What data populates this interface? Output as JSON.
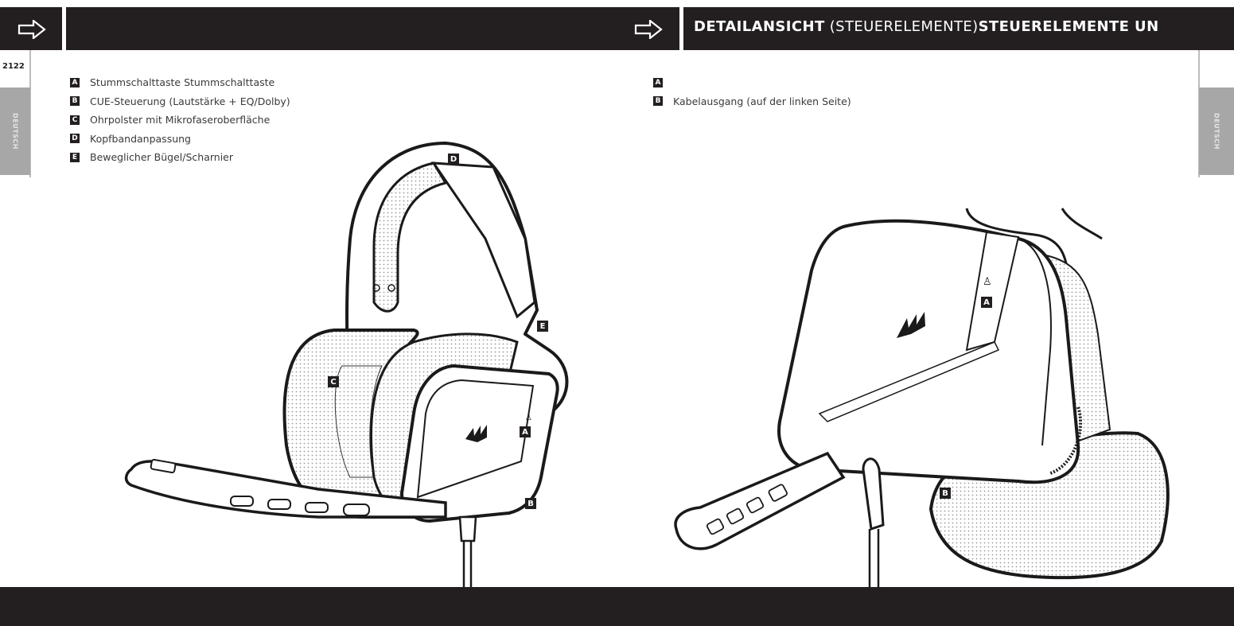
{
  "header": {
    "left_page": {
      "icon": "arrow-right-icon",
      "title": ""
    },
    "right_page": {
      "icon": "arrow-right-icon",
      "title_bold_1": "DETAILANSICHT",
      "title_light": " (STEUERELEMENTE)",
      "title_bold_2": "STEUERELEMENTE UN"
    }
  },
  "left_page": {
    "page_number": "2122",
    "language_tab": "DEUTSCH",
    "legend": [
      {
        "key": "A",
        "label": "Stummschalttaste Stummschalttaste"
      },
      {
        "key": "B",
        "label": "CUE-Steuerung (Lautstärke + EQ/Dolby)"
      },
      {
        "key": "C",
        "label": "Ohrpolster mit Mikrofaseroberfläche"
      },
      {
        "key": "D",
        "label": "Kopfbandanpassung"
      },
      {
        "key": "E",
        "label": "Beweglicher Bügel/Scharnier"
      }
    ],
    "illustration": {
      "subject": "headset-front-three-quarter-view",
      "callouts": [
        "D",
        "E",
        "C",
        "A",
        "B"
      ]
    }
  },
  "right_page": {
    "language_tab": "DEUTSCH",
    "legend": [
      {
        "key": "A",
        "label": ""
      },
      {
        "key": "B",
        "label": "Kabelausgang (auf der linken Seite)"
      }
    ],
    "illustration": {
      "subject": "headset-side-detail-view",
      "callouts": [
        "A",
        "B"
      ]
    }
  },
  "colors": {
    "header_bg": "#231f20",
    "tab_gray": "#a7a7a7",
    "rule_gray": "#bdbdbd",
    "text": "#3a3a3a"
  }
}
